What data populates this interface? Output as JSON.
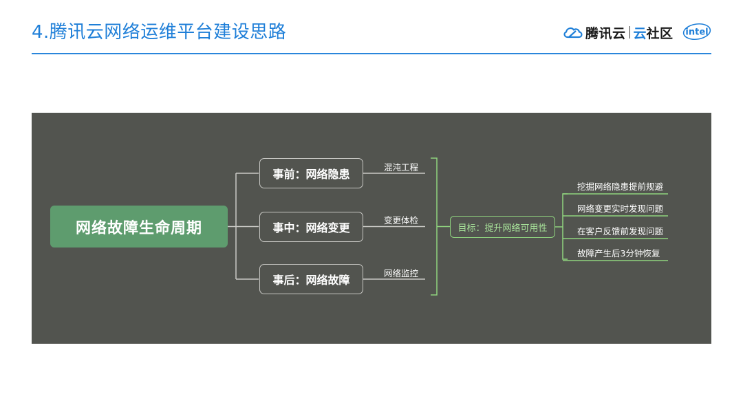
{
  "header": {
    "title": "4.腾讯云网络运维平台建设思路",
    "brand_text": "腾讯云",
    "brand_cloud": "云",
    "brand_community": "社区",
    "partner_logo": "intel"
  },
  "diagram": {
    "root": "网络故障生命周期",
    "stages": [
      {
        "label": "事前：网络隐患",
        "tag": "混沌工程"
      },
      {
        "label": "事中：网络变更",
        "tag": "变更体检"
      },
      {
        "label": "事后：网络故障",
        "tag": "网络监控"
      }
    ],
    "goal": "目标：提升网络可用性",
    "outcomes": [
      "挖掘网络隐患提前规避",
      "网络变更实时发现问题",
      "在客户反馈前发现问题",
      "故障产生后3分钟恢复"
    ]
  },
  "colors": {
    "title_blue": "#1f7fd8",
    "panel_bg": "#52544f",
    "root_green": "#5e9c6e",
    "accent_green": "#8fd37f",
    "connector_gray": "#c9c9c5"
  },
  "icons": [
    "tencent-cloud-logo-icon",
    "intel-logo-icon"
  ]
}
